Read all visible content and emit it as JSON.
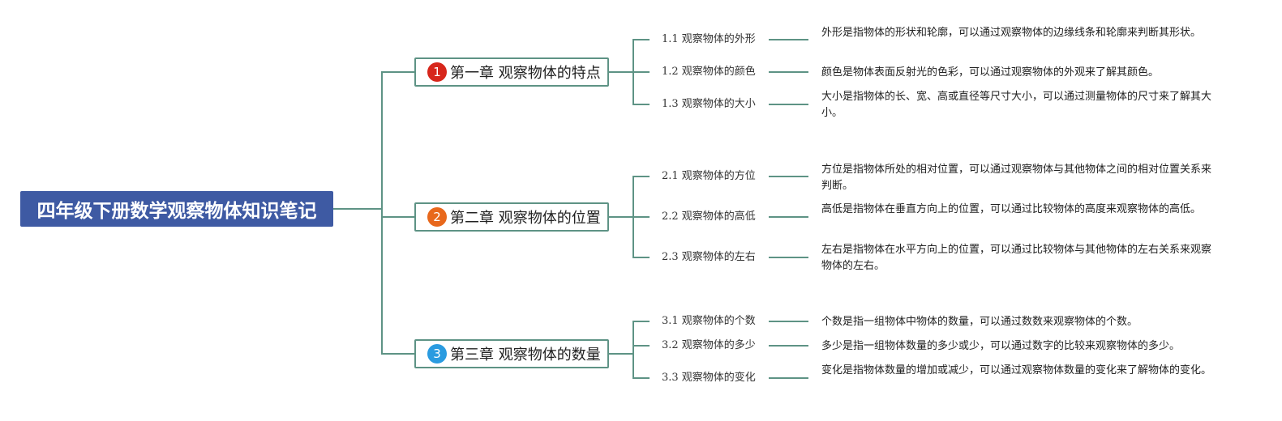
{
  "root": {
    "title": "四年级下册数学观察物体知识笔记"
  },
  "colors": {
    "root_fill": "#3e5aa3",
    "line": "#5e9385",
    "badge_1": "#d7261b",
    "badge_2": "#e8681c",
    "badge_3": "#2a9be0"
  },
  "chapters": [
    {
      "badge": "1",
      "title": "第一章 观察物体的特点",
      "sections": [
        {
          "title": "1.1 观察物体的外形",
          "desc": "外形是指物体的形状和轮廓，可以通过观察物体的边缘线条和轮廓来判断其形状。"
        },
        {
          "title": "1.2 观察物体的颜色",
          "desc": "颜色是物体表面反射光的色彩，可以通过观察物体的外观来了解其颜色。"
        },
        {
          "title": "1.3 观察物体的大小",
          "desc": "大小是指物体的长、宽、高或直径等尺寸大小，可以通过测量物体的尺寸来了解其大小。"
        }
      ]
    },
    {
      "badge": "2",
      "title": "第二章 观察物体的位置",
      "sections": [
        {
          "title": "2.1 观察物体的方位",
          "desc": "方位是指物体所处的相对位置，可以通过观察物体与其他物体之间的相对位置关系来判断。"
        },
        {
          "title": "2.2 观察物体的高低",
          "desc": "高低是指物体在垂直方向上的位置，可以通过比较物体的高度来观察物体的高低。"
        },
        {
          "title": "2.3 观察物体的左右",
          "desc": "左右是指物体在水平方向上的位置，可以通过比较物体与其他物体的左右关系来观察物体的左右。"
        }
      ]
    },
    {
      "badge": "3",
      "title": "第三章 观察物体的数量",
      "sections": [
        {
          "title": "3.1 观察物体的个数",
          "desc": "个数是指一组物体中物体的数量，可以通过数数来观察物体的个数。"
        },
        {
          "title": "3.2 观察物体的多少",
          "desc": "多少是指一组物体数量的多少或少，可以通过数字的比较来观察物体的多少。"
        },
        {
          "title": "3.3 观察物体的变化",
          "desc": "变化是指物体数量的增加或减少，可以通过观察物体数量的变化来了解物体的变化。"
        }
      ]
    }
  ]
}
